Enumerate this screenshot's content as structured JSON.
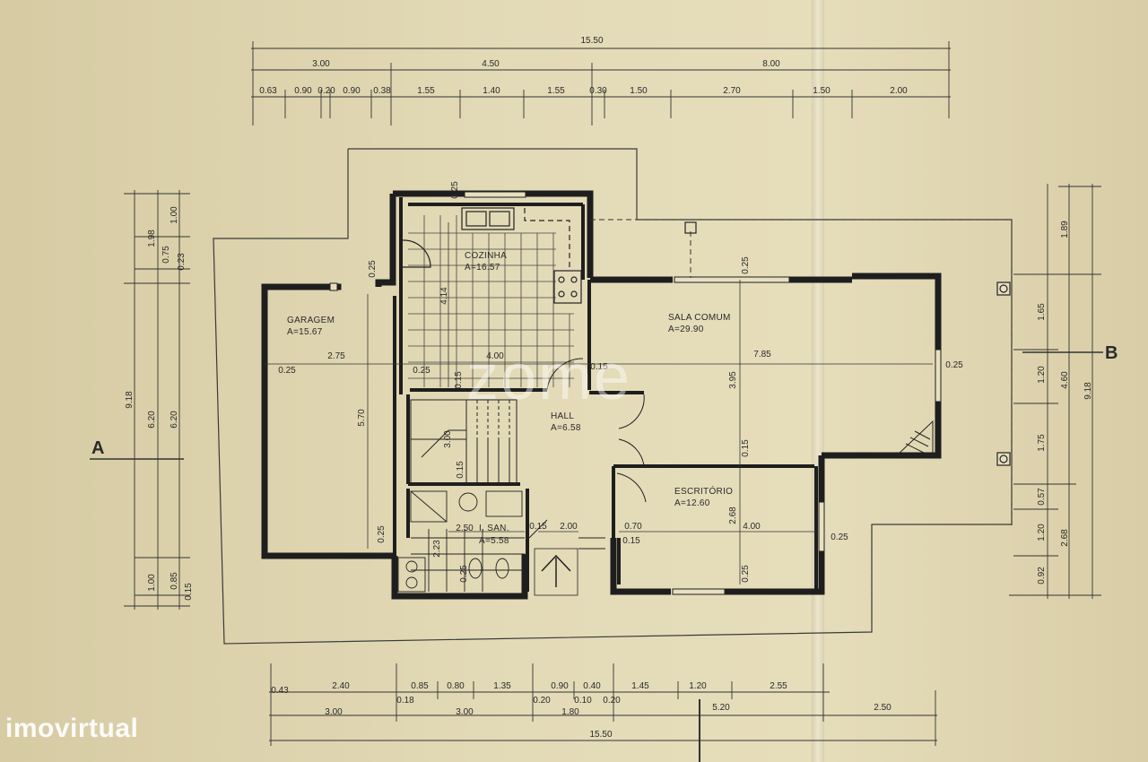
{
  "plan": {
    "dims_top_total": "15.50",
    "dims_top_mid": [
      "3.00",
      "4.50",
      "8.00"
    ],
    "dims_top_detail": [
      "0.63",
      "0.90",
      "0.20",
      "0.90",
      "0.38",
      "1.55",
      "1.40",
      "1.55",
      "0.30",
      "1.50",
      "2.70",
      "1.50",
      "2.00"
    ],
    "dims_bottom_detail_a": [
      "0.43",
      "2.40",
      "0.85",
      "0.80",
      "1.35",
      "0.90",
      "0.40",
      "1.45",
      "1.20",
      "2.55"
    ],
    "dims_bottom_detail_b": [
      "0.18",
      "0.20",
      "0.10",
      "0.20"
    ],
    "dims_bottom_mid": [
      "3.00",
      "3.00",
      "1.80",
      "5.20",
      "2.50"
    ],
    "dims_bottom_total": "15.50",
    "dims_left_outer": "9.18",
    "dims_left_a": [
      "1.98",
      "6.20",
      "1.00"
    ],
    "dims_left_b": [
      "1.00",
      "0.75",
      "0.23",
      "6.20",
      "0.85",
      "0.15"
    ],
    "dims_right_outer": "9.18",
    "dims_right_a": [
      "1.89",
      "4.60",
      "2.68"
    ],
    "dims_right_b": [
      "1.65",
      "1.20",
      "1.75",
      "0.57",
      "1.20",
      "0.92"
    ],
    "section_a": "A",
    "section_b": "B",
    "rooms": [
      {
        "name": "COZINHA",
        "area": "A=16.57"
      },
      {
        "name": "GARAGEM",
        "area": "A=15.67"
      },
      {
        "name": "SALA COMUM",
        "area": "A=29.90"
      },
      {
        "name": "HALL",
        "area": "A=6.58"
      },
      {
        "name": "ESCRITÓRIO",
        "area": "A=12.60"
      },
      {
        "name": "I. SAN.",
        "area": "A=5.58"
      }
    ],
    "inner_dims": {
      "cozinha_top": "0.25",
      "cozinha_side": "4.14",
      "cozinha_width": "4.00",
      "garagem_top": "0.25",
      "garagem_width": "2.75",
      "garagem_left": "0.25",
      "garagem_height": "5.70",
      "garagem_wall_b": "0.25",
      "garagem_wall_c": "0.25",
      "sala_top": "0.25",
      "sala_width": "7.85",
      "sala_height": "3.95",
      "sala_right": "0.25",
      "sala_mid": "0.15",
      "hall_wall": "0.15",
      "stairs_a": "3.00",
      "stairs_b": "0.15",
      "esc_width": "4.00",
      "esc_height": "2.68",
      "esc_right": "0.25",
      "esc_bottom": "0.25",
      "esc_a": "0.70",
      "esc_b": "0.15",
      "isan_a": "2.50",
      "isan_b": "2.23",
      "isan_c": "0.25",
      "hall_a": "0.15",
      "hall_b": "2.00",
      "sala_wall": "0.15"
    }
  },
  "watermark": "zome",
  "brand": "imovirtual"
}
